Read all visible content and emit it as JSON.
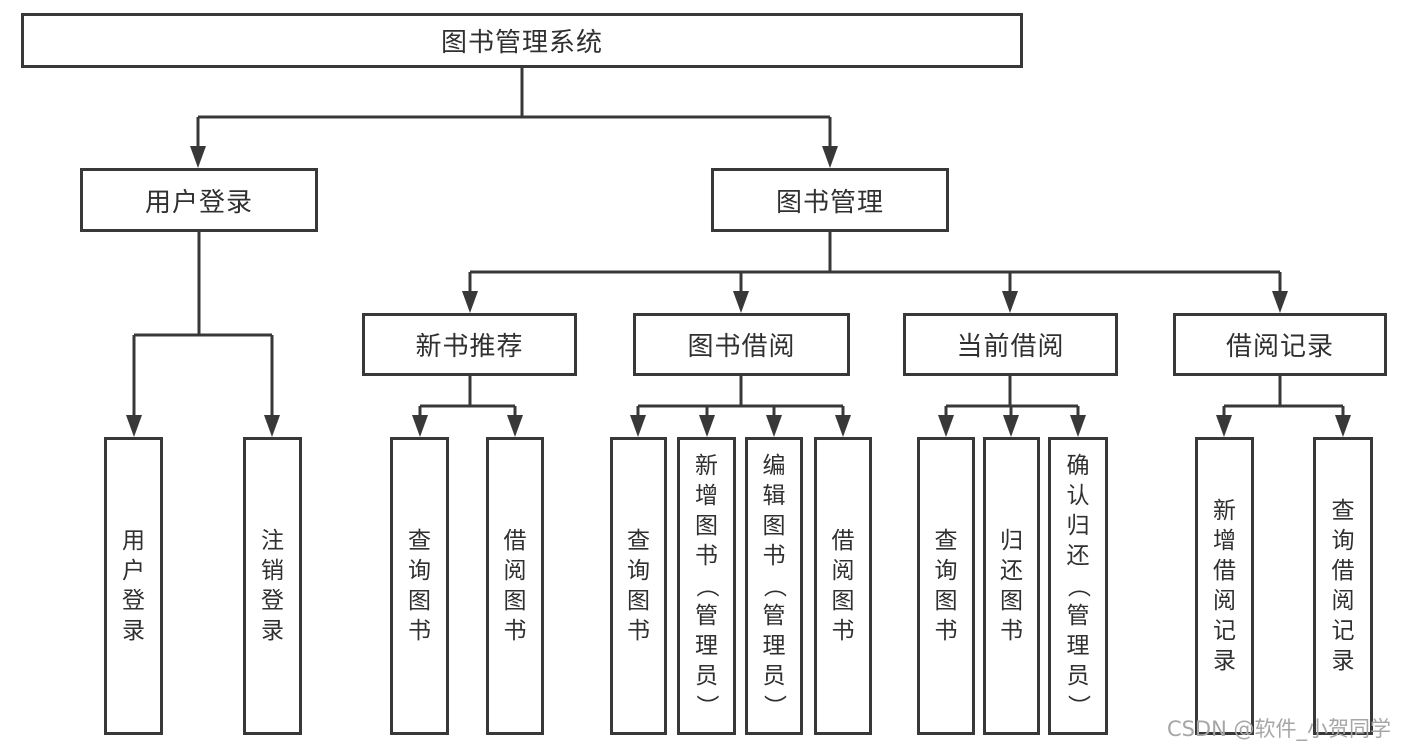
{
  "colors": {
    "line": "#383838",
    "text": "#303030",
    "watermark": "#a6a6a6",
    "background": "#ffffff"
  },
  "tree": {
    "root": {
      "label": "图书管理系统"
    },
    "children": [
      {
        "label": "用户登录",
        "children": [
          {
            "label": "用户登录"
          },
          {
            "label": "注销登录"
          }
        ]
      },
      {
        "label": "图书管理",
        "children": [
          {
            "label": "新书推荐",
            "children": [
              {
                "label": "查询图书"
              },
              {
                "label": "借阅图书"
              }
            ]
          },
          {
            "label": "图书借阅",
            "children": [
              {
                "label": "查询图书"
              },
              {
                "label": "新增图书（管理员）"
              },
              {
                "label": "编辑图书（管理员）"
              },
              {
                "label": "借阅图书"
              }
            ]
          },
          {
            "label": "当前借阅",
            "children": [
              {
                "label": "查询图书"
              },
              {
                "label": "归还图书"
              },
              {
                "label": "确认归还（管理员）"
              }
            ]
          },
          {
            "label": "借阅记录",
            "children": [
              {
                "label": "新增借阅记录"
              },
              {
                "label": "查询借阅记录"
              }
            ]
          }
        ]
      }
    ]
  },
  "watermark": "CSDN @软件_小贺同学"
}
